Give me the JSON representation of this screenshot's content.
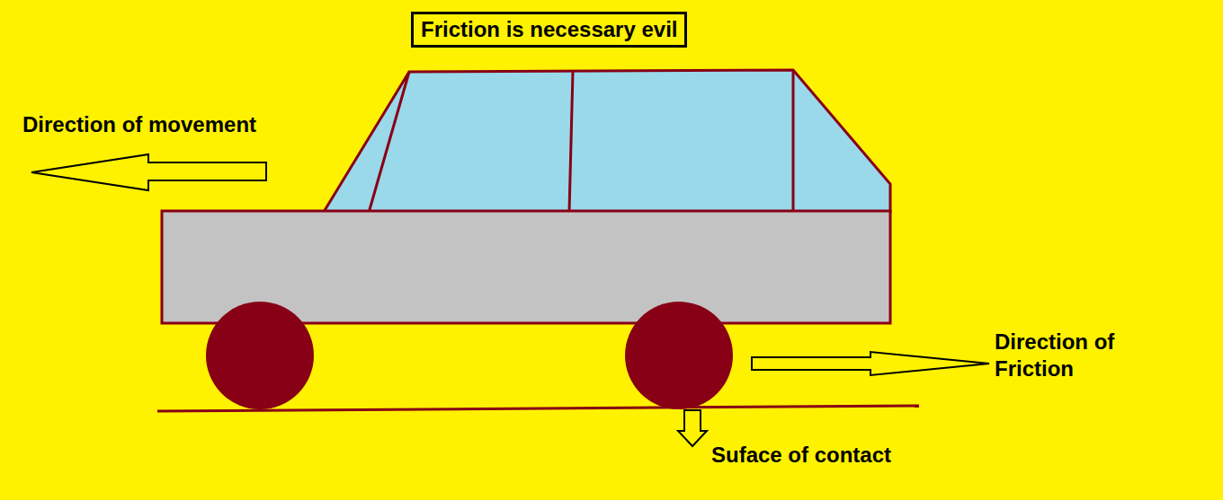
{
  "diagram": {
    "title": "Friction is necessary evil",
    "labels": [
      "Direction of movement",
      "Direction of Friction",
      "Suface of contact"
    ]
  }
}
